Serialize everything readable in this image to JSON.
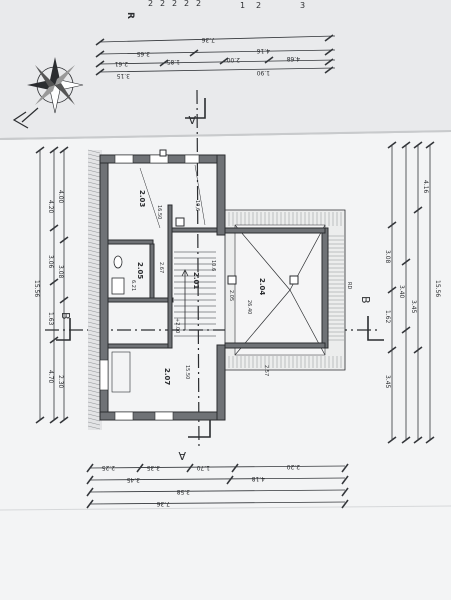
{
  "sheet": {
    "top_corner_digits": [
      "2",
      "2",
      "2",
      "2",
      "2"
    ],
    "top_corner_letter": "R",
    "top_right_numbers": [
      "1",
      "2",
      "3"
    ]
  },
  "section_markers": {
    "a_top": "A",
    "a_bottom": "A",
    "b_left": "B",
    "b_right": "B"
  },
  "rooms": [
    {
      "id": "2.03",
      "area": "16.50",
      "extra": "10,6"
    },
    {
      "id": "2.04",
      "area": "26.40"
    },
    {
      "id": "2.05",
      "area": "6.21"
    },
    {
      "id": "2.06",
      "area": "2.67"
    },
    {
      "id": "2.07",
      "area": "15.50"
    },
    {
      "id": "2.01",
      "area": "10.6"
    }
  ],
  "top_dimensions": {
    "overall": "7.36",
    "row1": [
      "3.65",
      "4.16"
    ],
    "row2": [
      "2.61",
      "1.85",
      "2.00",
      "4.68"
    ],
    "side": [
      "3.15",
      "1.90"
    ]
  },
  "bottom_dimensions": {
    "overall": "7.36",
    "row1": [
      "3.45",
      "4.18",
      "3.58"
    ],
    "row2": [
      "2.25",
      "3.35",
      "1.70",
      "2.20"
    ]
  },
  "left_dimensions": {
    "overall": "15.56",
    "row1": [
      "4.70",
      "1.63",
      "4.20",
      "3.06"
    ],
    "row2": [
      "2.30",
      "3.08",
      "4.00"
    ]
  },
  "right_dimensions": {
    "overall": "15.56",
    "row1": [
      "3.08",
      "1.62",
      "3.45"
    ],
    "row2": [
      "3.40",
      "3.45",
      "4.16"
    ]
  },
  "annotations": {
    "stair_note": "+2.00",
    "roof_note": "RD",
    "level_a": "2.05",
    "level_b": "2.57"
  }
}
